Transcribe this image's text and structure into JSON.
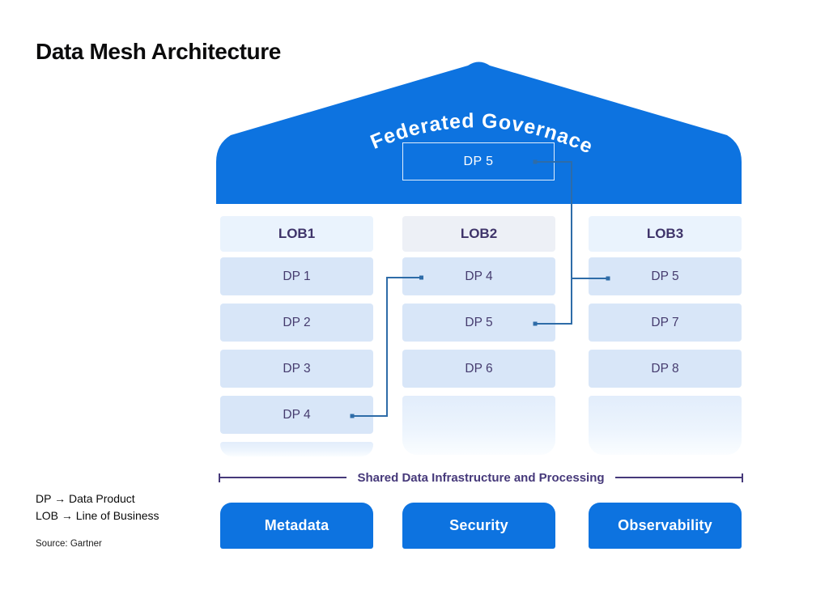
{
  "title": "Data Mesh Architecture",
  "roof": {
    "label": "Federated Governace",
    "dp_box": "DP 5"
  },
  "columns": [
    {
      "header": "LOB1",
      "items": [
        "DP 1",
        "DP 2",
        "DP 3",
        "DP 4"
      ]
    },
    {
      "header": "LOB2",
      "items": [
        "DP 4",
        "DP 5",
        "DP 6"
      ]
    },
    {
      "header": "LOB3",
      "items": [
        "DP 5",
        "DP 7",
        "DP 8"
      ]
    }
  ],
  "connections": [
    {
      "from": "LOB1.DP 4",
      "to": "LOB2.DP 4"
    },
    {
      "from": "Federated Governace.DP 5",
      "to": "LOB2.DP 5"
    },
    {
      "from": "Federated Governace.DP 5",
      "to": "LOB3.DP 5"
    }
  ],
  "shared_bar": {
    "label": "Shared Data Infrastructure and Processing"
  },
  "infrastructure_buttons": [
    "Metadata",
    "Security",
    "Observability"
  ],
  "legend": {
    "lines": [
      "DP → Data Product",
      "LOB → Line of Business"
    ],
    "source": "Source: Gartner"
  },
  "colors": {
    "roof_blue": "#0d73e0",
    "button_blue": "#0d73e0",
    "dp_cell_bg": "#d8e6f8",
    "lob_header_bg": "#eaf3fd",
    "lob2_header_bg": "#edf0f6",
    "text_purple": "#453b6e",
    "shared_bar_purple": "#46397a",
    "connector_blue": "#2e6ca8",
    "title_black": "#0b0b0c"
  }
}
